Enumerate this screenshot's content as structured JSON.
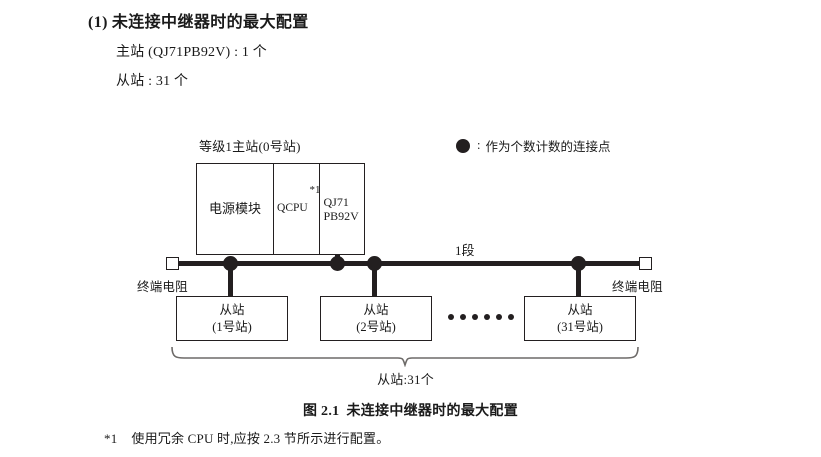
{
  "heading": {
    "number": "(1)",
    "title": "未连接中继器时的最大配置",
    "specs": [
      "主站 (QJ71PB92V) : 1 个",
      "从站 : 31 个"
    ]
  },
  "diagram": {
    "master_label": "等级1主站(0号站)",
    "rack": {
      "power_module": "电源模块",
      "cpu_module": "QCPU",
      "cpu_footnote_marker": "*1",
      "master_module_line1": "QJ71",
      "master_module_line2": "PB92V"
    },
    "segment_label": "1段",
    "terminal_resistor_left": "终端电阻",
    "terminal_resistor_right": "终端电阻",
    "slaves": [
      {
        "name": "从站",
        "station": "(1号站)"
      },
      {
        "name": "从站",
        "station": "(2号站)"
      },
      {
        "name": "从站",
        "station": "(31号站)"
      }
    ],
    "ellipsis_dot_count": 6,
    "brace_caption": "从站:31个",
    "legend": {
      "symbol": "filled-circle",
      "colon": ":",
      "text": "作为个数计数的连接点"
    },
    "colors": {
      "line": "#231f20",
      "box_fill": "#ffffff",
      "text": "#1a1a1a"
    }
  },
  "figure_caption": {
    "number": "图 2.1",
    "text": "未连接中继器时的最大配置"
  },
  "footnote": {
    "marker": "*1",
    "text": "使用冗余 CPU 时,应按 2.3 节所示进行配置。"
  }
}
